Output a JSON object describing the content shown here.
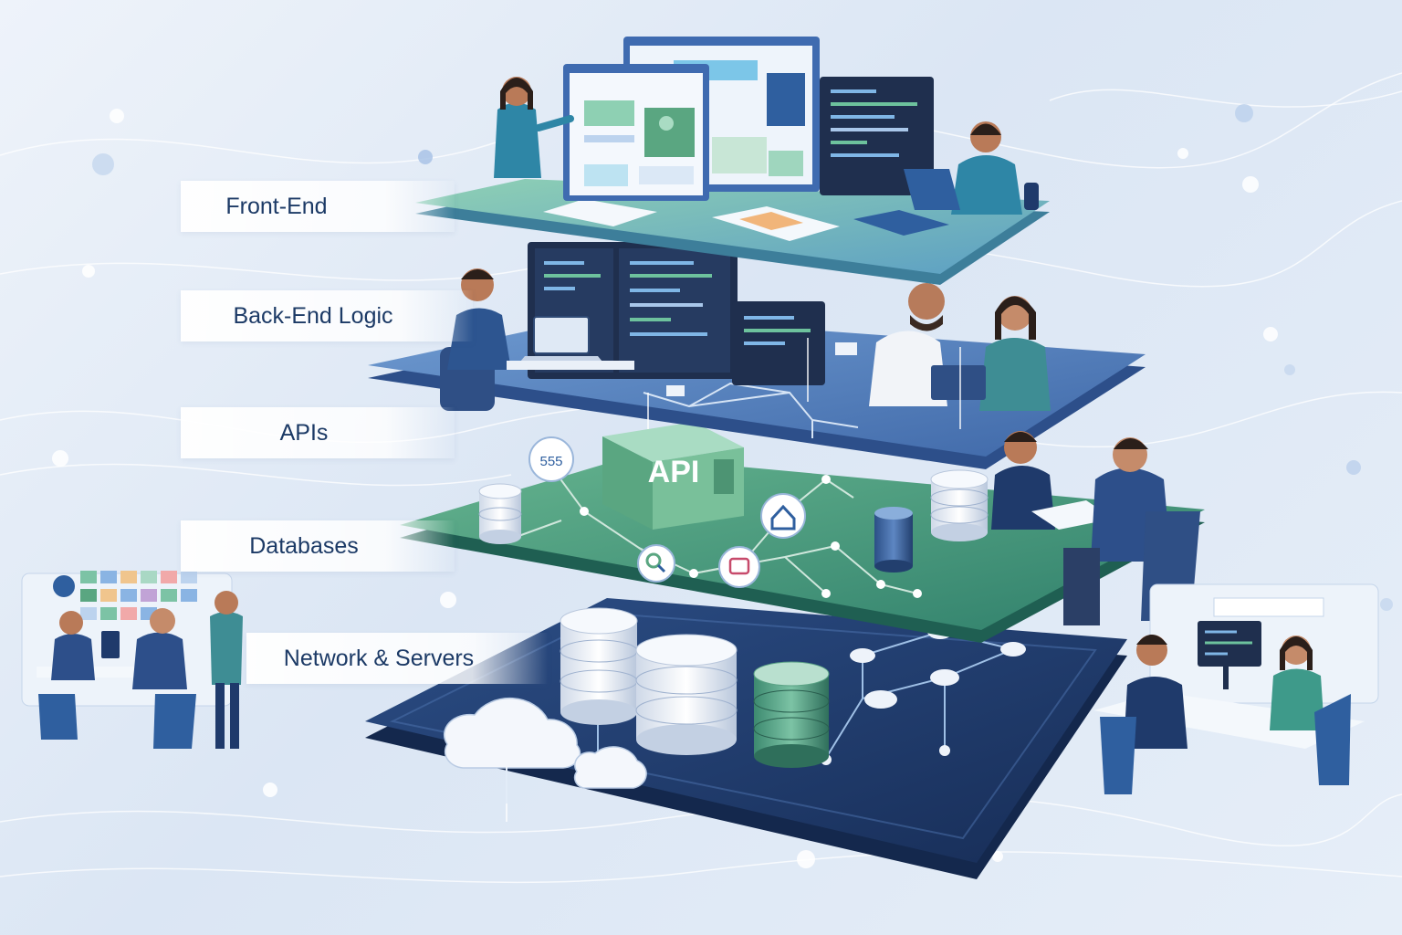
{
  "layers": [
    {
      "label": "Front-End"
    },
    {
      "label": "Back-End Logic"
    },
    {
      "label": "APIs"
    },
    {
      "label": "Databases"
    },
    {
      "label": "Network & Servers"
    }
  ],
  "api_box": {
    "label": "API"
  },
  "api_badge": {
    "label": "555"
  },
  "colors": {
    "background": "#dbe6f4",
    "frontend_platform": "#7cc2a6",
    "backend_platform": "#4b78b8",
    "api_platform": "#3f8f73",
    "network_platform": "#1f3a6b",
    "label_text": "#1c3a66",
    "accent_green": "#5fae83",
    "accent_blue": "#2f5f9f"
  },
  "icons": [
    "cloud-icon",
    "home-icon",
    "search-icon",
    "puzzle-icon",
    "database-icon",
    "monitor-icon",
    "laptop-icon"
  ]
}
